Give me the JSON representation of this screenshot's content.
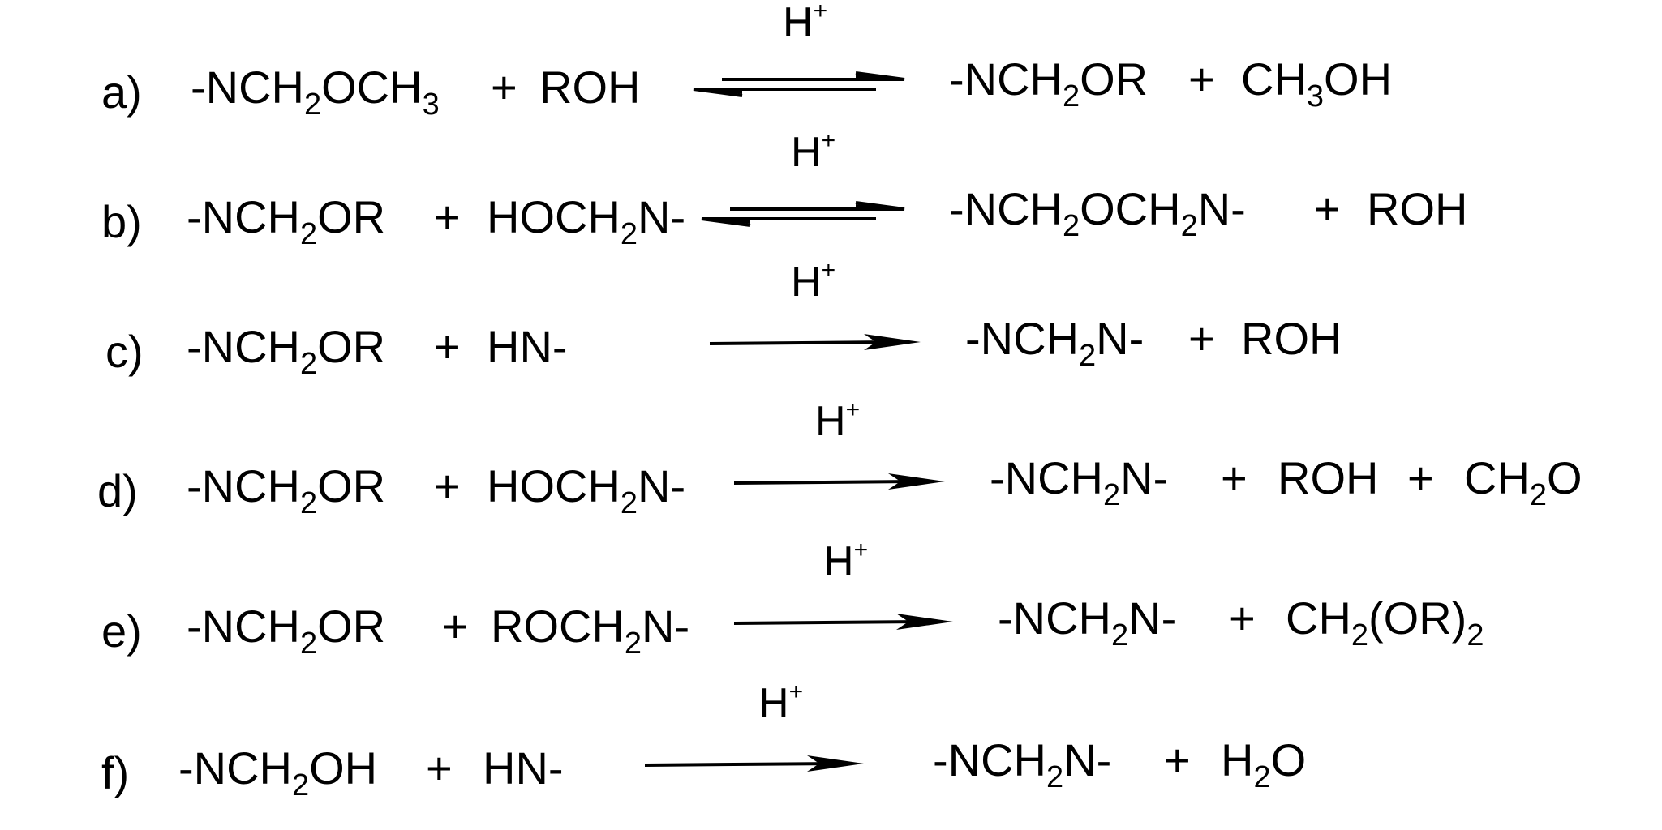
{
  "reactions": [
    {
      "label": "a)",
      "reactant1": "-NCH2OCH3",
      "plus1": "+",
      "reactant2": "ROH",
      "catalyst": "H+",
      "arrow": "equilibrium",
      "product1": "-NCH2OR",
      "plus2": "+",
      "product2": "CH3OH"
    },
    {
      "label": "b)",
      "reactant1": "-NCH2OR",
      "plus1": "+",
      "reactant2": "HOCH2N-",
      "catalyst": "H+",
      "arrow": "equilibrium",
      "product1": "-NCH2OCH2N-",
      "plus2": "+",
      "product2": "ROH"
    },
    {
      "label": "c)",
      "reactant1": "-NCH2OR",
      "plus1": "+",
      "reactant2": "HN-",
      "catalyst": "H+",
      "arrow": "forward",
      "product1": "-NCH2N-",
      "plus2": "+",
      "product2": "ROH"
    },
    {
      "label": "d)",
      "reactant1": "-NCH2OR",
      "plus1": "+",
      "reactant2": "HOCH2N-",
      "catalyst": "H+",
      "arrow": "forward",
      "product1": "-NCH2N-",
      "plus2": "+",
      "product2": "ROH",
      "plus3": "+",
      "product3": "CH2O"
    },
    {
      "label": "e)",
      "reactant1": "-NCH2OR",
      "plus1": "+",
      "reactant2": "ROCH2N-",
      "catalyst": "H+",
      "arrow": "forward",
      "product1": "-NCH2N-",
      "plus2": "+",
      "product2": "CH2(OR)2"
    },
    {
      "label": "f)",
      "reactant1": "-NCH2OH",
      "plus1": "+",
      "reactant2": "HN-",
      "catalyst": "H+",
      "arrow": "forward",
      "product1": "-NCH2N-",
      "plus2": "+",
      "product2": "H2O"
    }
  ]
}
